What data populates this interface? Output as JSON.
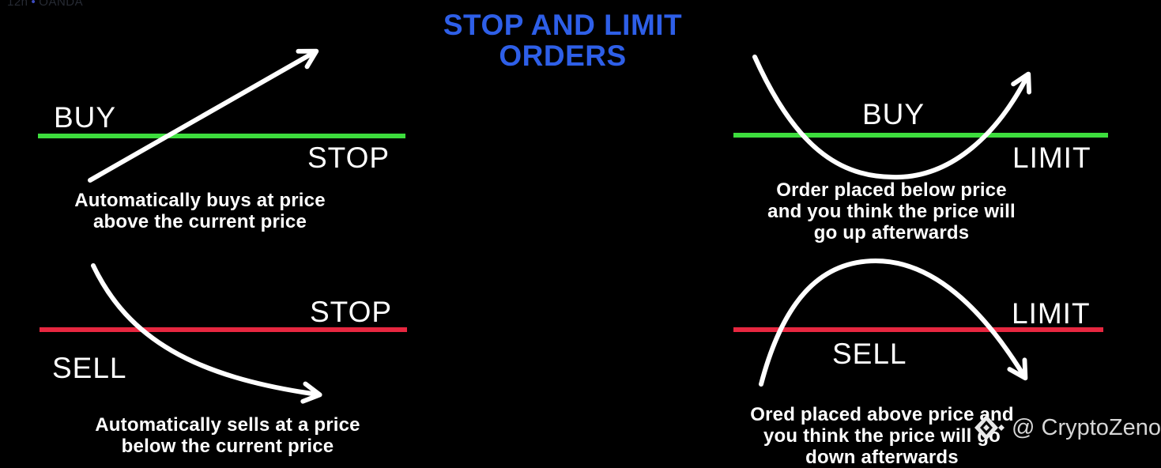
{
  "meta": {
    "timeframe": "12h",
    "separator": "•",
    "source": "OANDA"
  },
  "title": {
    "line1": "STOP AND LIMIT",
    "line2": "ORDERS"
  },
  "colors": {
    "background": "#000000",
    "title_blue": "#2e5fe8",
    "buy_line_green": "#3ddd3d",
    "sell_line_red": "#e72740",
    "arrow_white": "#ffffff",
    "credit_gray": "#d6d6d6"
  },
  "quadrants": {
    "buy_stop": {
      "action_label": "BUY",
      "order_label": "STOP",
      "description": [
        "Automatically buys at price",
        "above the current price"
      ]
    },
    "sell_stop": {
      "action_label": "SELL",
      "order_label": "STOP",
      "description": [
        "Automatically sells at a price",
        "below the current price"
      ]
    },
    "buy_limit": {
      "action_label": "BUY",
      "order_label": "LIMIT",
      "description": [
        "Order placed below price",
        "and you think the price will",
        "go up afterwards"
      ]
    },
    "sell_limit": {
      "action_label": "SELL",
      "order_label": "LIMIT",
      "description": [
        "Ored placed above price and",
        "you think the price will go",
        "down afterwards"
      ]
    }
  },
  "credit": {
    "handle": "@ CryptoZeno"
  }
}
